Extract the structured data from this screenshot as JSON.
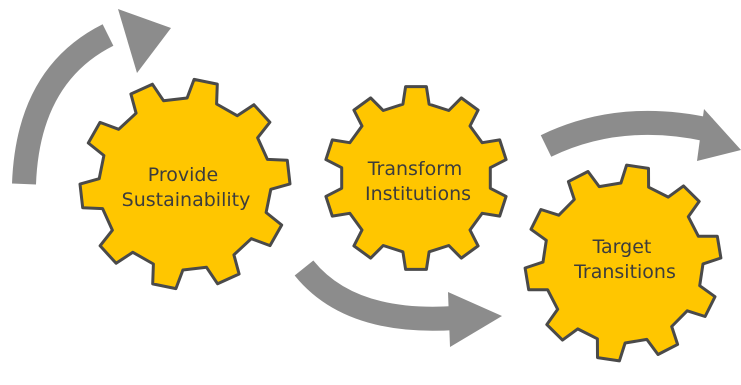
{
  "colors": {
    "gear_fill": "#FFC600",
    "gear_stroke": "#4A4A4A",
    "arrow": "#8C8C8C",
    "text": "#3C3C3C",
    "background": "#FFFFFF"
  },
  "gears": [
    {
      "id": "provide-sustainability",
      "lines": [
        "Provide",
        "Sustainability"
      ],
      "icon": "gear-icon"
    },
    {
      "id": "transform-institutions",
      "lines": [
        "Transform",
        "Institutions"
      ],
      "icon": "gear-icon"
    },
    {
      "id": "target-transitions",
      "lines": [
        "Target",
        "Transitions"
      ],
      "icon": "gear-icon"
    }
  ],
  "arrows": [
    {
      "id": "arrow-top-left",
      "icon": "curved-arrow-icon"
    },
    {
      "id": "arrow-bottom-middle",
      "icon": "curved-arrow-icon"
    },
    {
      "id": "arrow-top-right",
      "icon": "curved-arrow-icon"
    }
  ]
}
